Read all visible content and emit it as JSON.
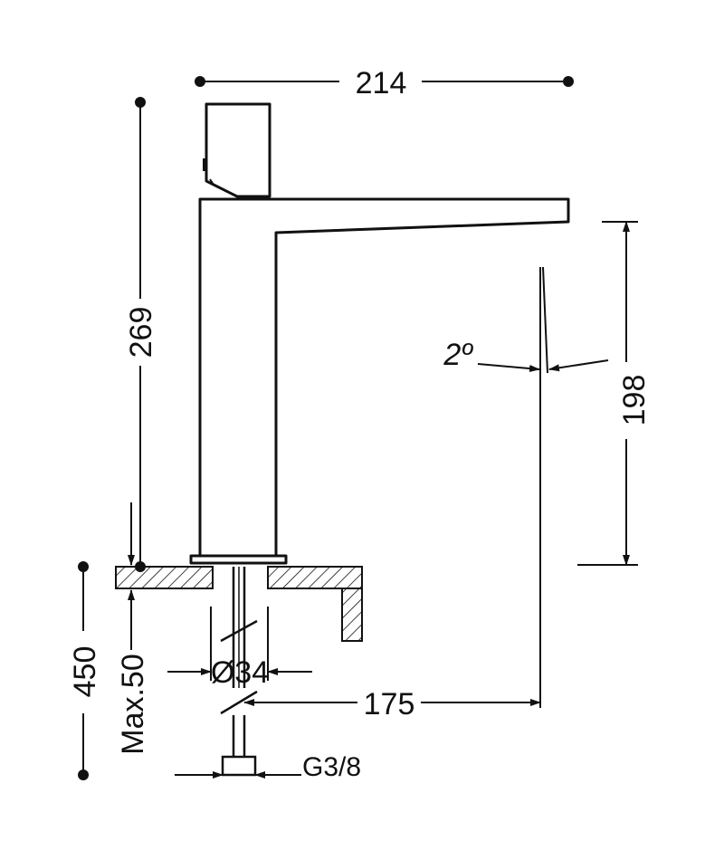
{
  "drawing": {
    "dimensions": {
      "overall_width": "214",
      "overall_height": "269",
      "spout_height": "198",
      "angle": "2º",
      "hole_diameter": "Ø34",
      "reach": "175",
      "hose_length": "450",
      "max_thickness": "Max.50",
      "connection": "G3/8"
    },
    "colors": {
      "line": "#111111",
      "background": "#ffffff"
    }
  }
}
